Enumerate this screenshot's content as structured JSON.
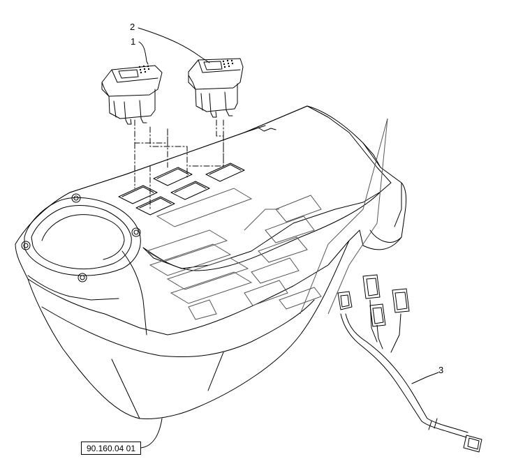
{
  "callouts": {
    "c1": "1",
    "c2": "2",
    "c3": "3"
  },
  "reference": {
    "code": "90.160.04 01"
  },
  "colors": {
    "line": "#000000",
    "watermark": "#555555",
    "background": "#ffffff"
  }
}
